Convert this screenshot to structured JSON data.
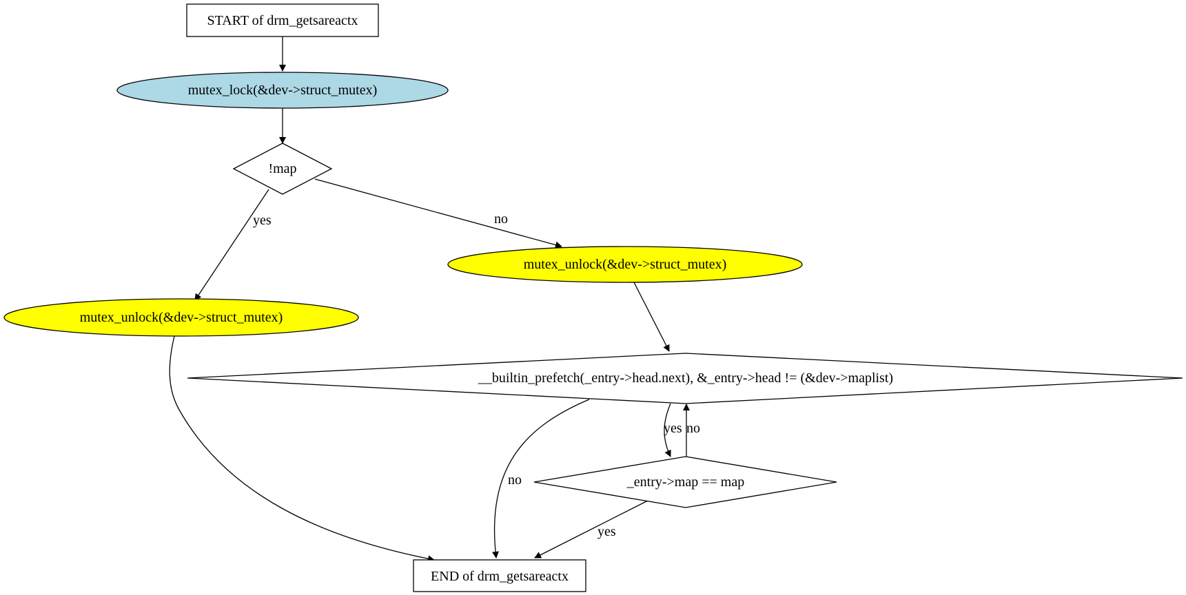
{
  "diagram": {
    "nodes": {
      "start": {
        "label": "START of drm_getsareactx",
        "shape": "box",
        "fill": "#ffffff"
      },
      "lock": {
        "label": "mutex_lock(&dev->struct_mutex)",
        "shape": "ellipse",
        "fill": "#add8e6"
      },
      "cond_map": {
        "label": "!map",
        "shape": "diamond",
        "fill": "#ffffff"
      },
      "unlock_no": {
        "label": "mutex_unlock(&dev->struct_mutex)",
        "shape": "ellipse",
        "fill": "#ffff00"
      },
      "unlock_yes": {
        "label": "mutex_unlock(&dev->struct_mutex)",
        "shape": "ellipse",
        "fill": "#ffff00"
      },
      "loop_cond": {
        "label": "__builtin_prefetch(_entry->head.next), &_entry->head != (&dev->maplist)",
        "shape": "diamond",
        "fill": "#ffffff"
      },
      "entry_cond": {
        "label": "_entry->map == map",
        "shape": "diamond",
        "fill": "#ffffff"
      },
      "end": {
        "label": "END of drm_getsareactx",
        "shape": "box",
        "fill": "#ffffff"
      }
    },
    "edges": [
      {
        "from": "start",
        "to": "lock",
        "label": ""
      },
      {
        "from": "lock",
        "to": "cond_map",
        "label": ""
      },
      {
        "from": "cond_map",
        "to": "unlock_yes",
        "label": "yes"
      },
      {
        "from": "cond_map",
        "to": "unlock_no",
        "label": "no"
      },
      {
        "from": "unlock_no",
        "to": "loop_cond",
        "label": ""
      },
      {
        "from": "unlock_yes",
        "to": "end",
        "label": ""
      },
      {
        "from": "loop_cond",
        "to": "end",
        "label": "no"
      },
      {
        "from": "loop_cond",
        "to": "entry_cond",
        "label": "yes"
      },
      {
        "from": "entry_cond",
        "to": "loop_cond",
        "label": "no"
      },
      {
        "from": "entry_cond",
        "to": "end",
        "label": "yes"
      }
    ]
  }
}
